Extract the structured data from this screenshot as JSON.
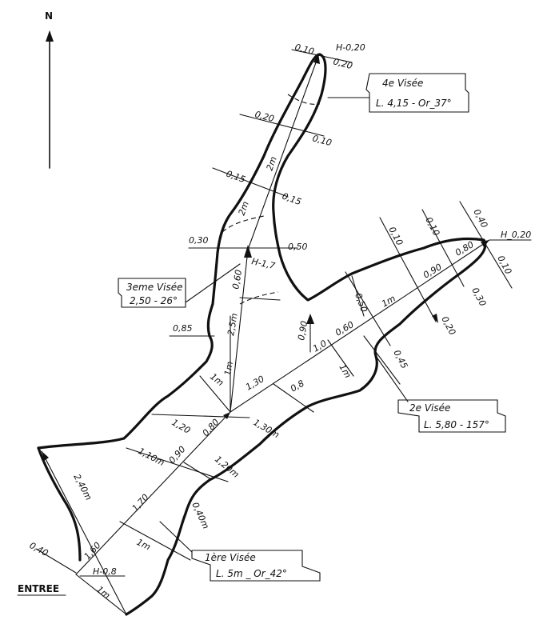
{
  "north_label": "N",
  "entrance_label": "ENTREE",
  "sightings": [
    {
      "id": "1",
      "line1": "1ère Visée",
      "line2": "L. 5m _ Or_42°"
    },
    {
      "id": "2",
      "line1": "2e Visée",
      "line2": "L. 5,80 - 157°"
    },
    {
      "id": "3",
      "line1": "3eme Visée",
      "line2": "2,50 - 26°"
    },
    {
      "id": "4",
      "line1": "4e Visée",
      "line2": "L. 4,15 - Or_37°"
    }
  ],
  "heights": {
    "entrance": "H-0,8",
    "room": "H-1,7",
    "east_end": "H_0,20",
    "north_end": "H-0,20"
  },
  "widths": {
    "entrance_left": "0,40",
    "entrance_diag": "2,40m",
    "entrance_bottom": "1m",
    "g1_170": "1,70",
    "g1_160": "1,60",
    "g1_1m": "1m",
    "g1_090": "0,90",
    "g1_080": "0,80",
    "g1_040": "0,40m",
    "w_110": "1,10m",
    "w_120": "1,20",
    "w_120m": "1,20m",
    "w_130m": "1,30m",
    "room_1m_a": "1m",
    "room_1m_b": "1m",
    "room_25m": "2,5m",
    "room_085": "0,85",
    "room_060": "0,60",
    "room_030": "0,30",
    "room_050": "0,50",
    "room_015a": "0,15",
    "room_015b": "0,15",
    "room_2m": "2m",
    "e_130": "1,30",
    "e_08": "0,8",
    "e_1m": "1m",
    "e_060": "0,60",
    "e_090": "0,90",
    "e_10": "1,0",
    "e_050": "0,50",
    "e_1m_b": "1m",
    "e_090b": "0,90",
    "e_080": "0,80",
    "e_045": "0,45",
    "e_020a": "0,20",
    "e_030": "0,30",
    "e_010a": "0,10",
    "e_010b": "0,10",
    "e_040": "0,40",
    "e_010c": "0,10",
    "n_020a": "0,20",
    "n_010a": "0,10",
    "n_010b": "0,10",
    "n_020b": "0,20",
    "n_2m": "2m"
  }
}
